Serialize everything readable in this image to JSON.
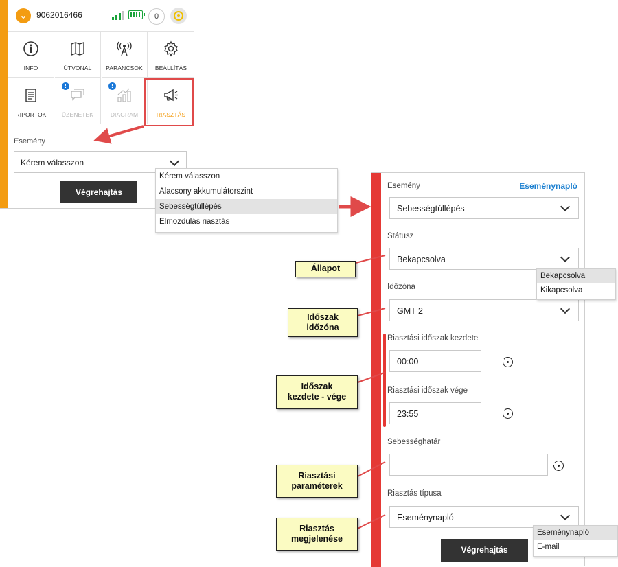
{
  "header": {
    "phone": "9062016466",
    "count": "0"
  },
  "tiles": [
    {
      "label": "INFO",
      "icon": "info-icon"
    },
    {
      "label": "ÚTVONAL",
      "icon": "map-icon"
    },
    {
      "label": "PARANCSOK",
      "icon": "antenna-icon"
    },
    {
      "label": "BEÁLLÍTÁS",
      "icon": "gear-icon"
    },
    {
      "label": "RIPORTOK",
      "icon": "report-icon"
    },
    {
      "label": "ÜZENETEK",
      "icon": "message-icon"
    },
    {
      "label": "DIAGRAM",
      "icon": "chart-icon"
    },
    {
      "label": "RIASZTÁS",
      "icon": "megaphone-icon"
    }
  ],
  "left_form": {
    "event_label": "Esemény",
    "event_value": "Kérem válasszon",
    "execute": "Végrehajtás"
  },
  "event_dropdown": [
    "Kérem válasszon",
    "Alacsony akkumulátorszint",
    "Sebességtúllépés",
    "Elmozdulás riasztás"
  ],
  "right_form": {
    "event_label": "Esemény",
    "event_log_link": "Eseménynapló",
    "event_value": "Sebességtúllépés",
    "status_label": "Státusz",
    "status_value": "Bekapcsolva",
    "timezone_label": "Időzóna",
    "timezone_value": "GMT 2",
    "start_label": "Riasztási időszak kezdete",
    "start_value": "00:00",
    "end_label": "Riasztási időszak vége",
    "end_value": "23:55",
    "speed_label": "Sebességhatár",
    "speed_value": "",
    "type_label": "Riasztás típusa",
    "type_value": "Eseménynapló",
    "execute": "Végrehajtás"
  },
  "status_dropdown": [
    "Bekapcsolva",
    "Kikapcsolva"
  ],
  "type_dropdown": [
    "Eseménynapló",
    "E-mail"
  ],
  "callouts": {
    "allapot": "Állapot",
    "idoszak_zona": [
      "Időszak",
      "időzóna"
    ],
    "kezdete_vege": [
      "Időszak",
      "kezdete - vége"
    ],
    "parameterek": [
      "Riasztási",
      "paraméterek"
    ],
    "megjelenese": [
      "Riasztás",
      "megjelenése"
    ]
  },
  "colors": {
    "accent_orange": "#f39c12",
    "accent_red": "#e53935",
    "link_blue": "#1a7fd0",
    "callout_yellow": "#fbfbc2",
    "button_dark": "#333333"
  }
}
